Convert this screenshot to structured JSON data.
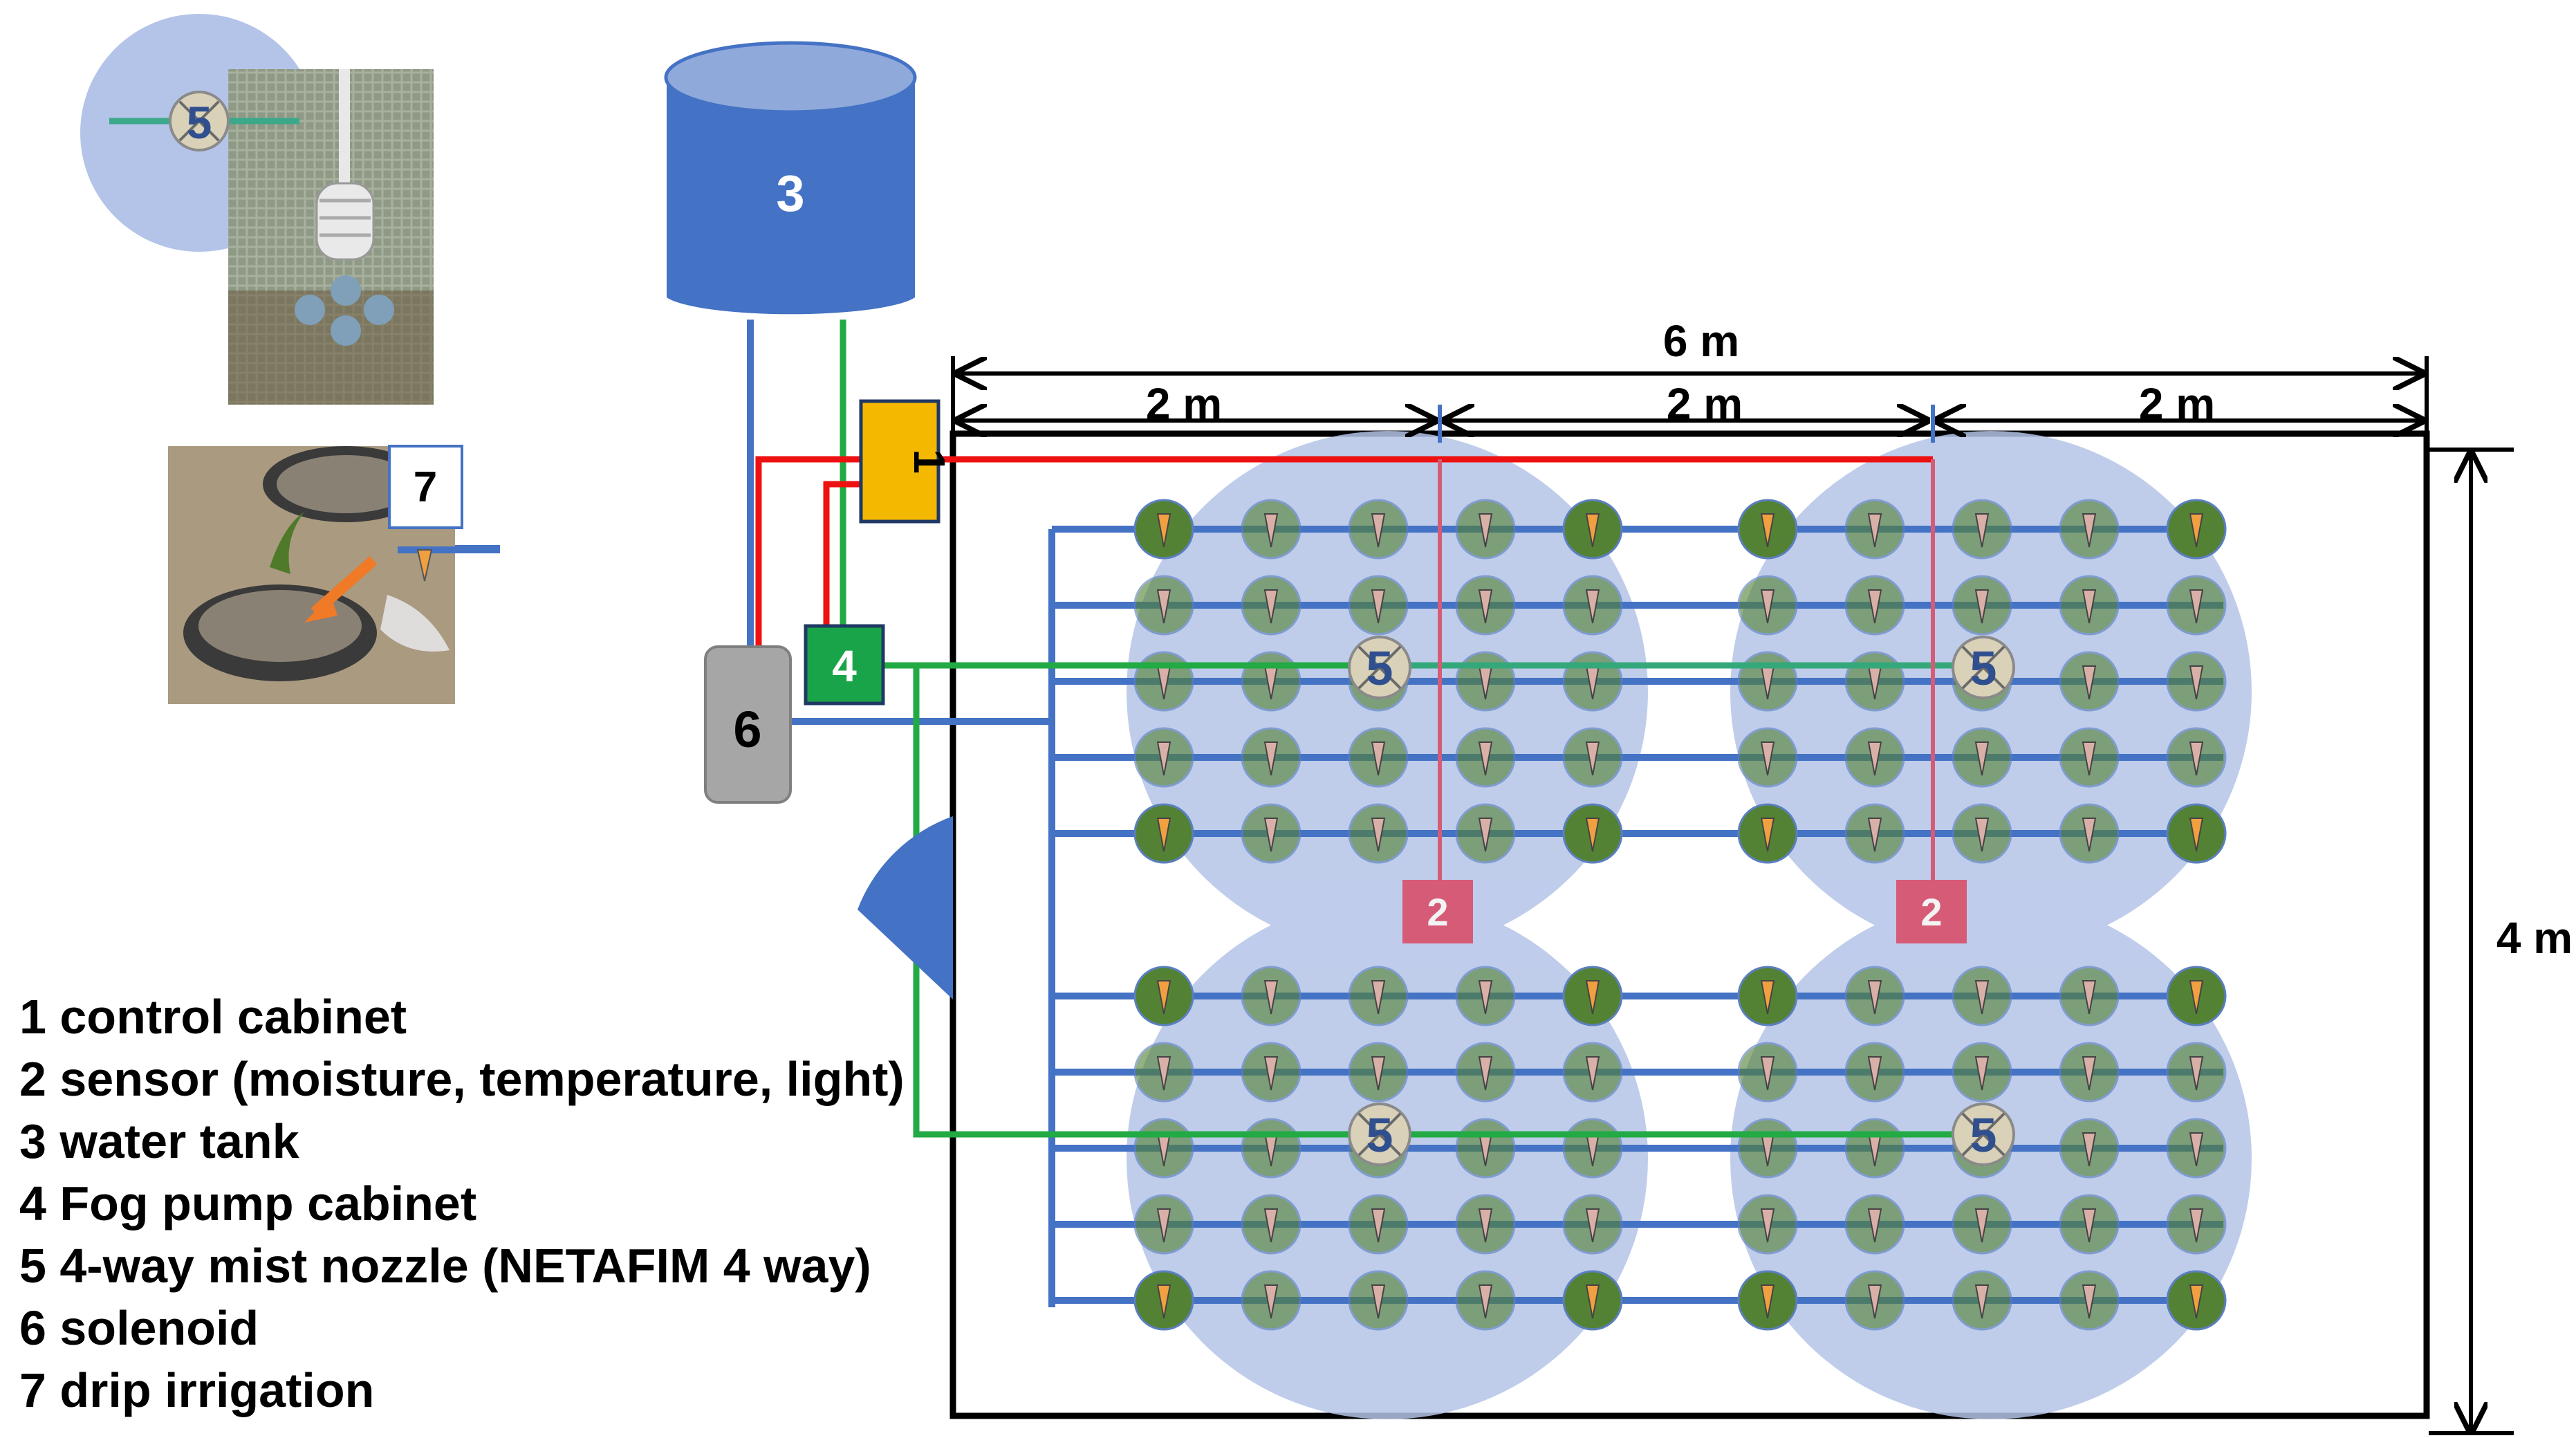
{
  "legend": [
    {
      "num": "1",
      "text": "1 control cabinet"
    },
    {
      "num": "2",
      "text": "2 sensor (moisture, temperature, light)"
    },
    {
      "num": "3",
      "text": "3 water tank"
    },
    {
      "num": "4",
      "text": "4 Fog pump cabinet"
    },
    {
      "num": "5",
      "text": "5 4-way mist nozzle (NETAFIM 4 way)"
    },
    {
      "num": "6",
      "text": "6 solenoid"
    },
    {
      "num": "7",
      "text": "7 drip irrigation"
    }
  ],
  "components": {
    "control_cabinet": "1",
    "sensor": "2",
    "water_tank": "3",
    "fog_pump_cabinet": "4",
    "mist_nozzle": "5",
    "solenoid": "6",
    "drip_irrigation": "7"
  },
  "dimensions": {
    "total_width": "6 m",
    "segment": "2 m",
    "height": "4 m"
  },
  "colors": {
    "control_cabinet": "#f5b800",
    "fog_pump": "#1aa44a",
    "water_tank": "#4472c4",
    "solenoid": "#a6a6a6",
    "sensor": "#d65b77",
    "pipe_red": "#ee1111",
    "pipe_green": "#22aa44",
    "pipe_blue": "#4472c4",
    "mist_zone": "#b4c4e8",
    "plant": "#548235"
  },
  "plot": {
    "rows_per_block": 5,
    "plants_per_cluster_row": 5,
    "blocks": 2,
    "clusters_per_block": 2
  }
}
